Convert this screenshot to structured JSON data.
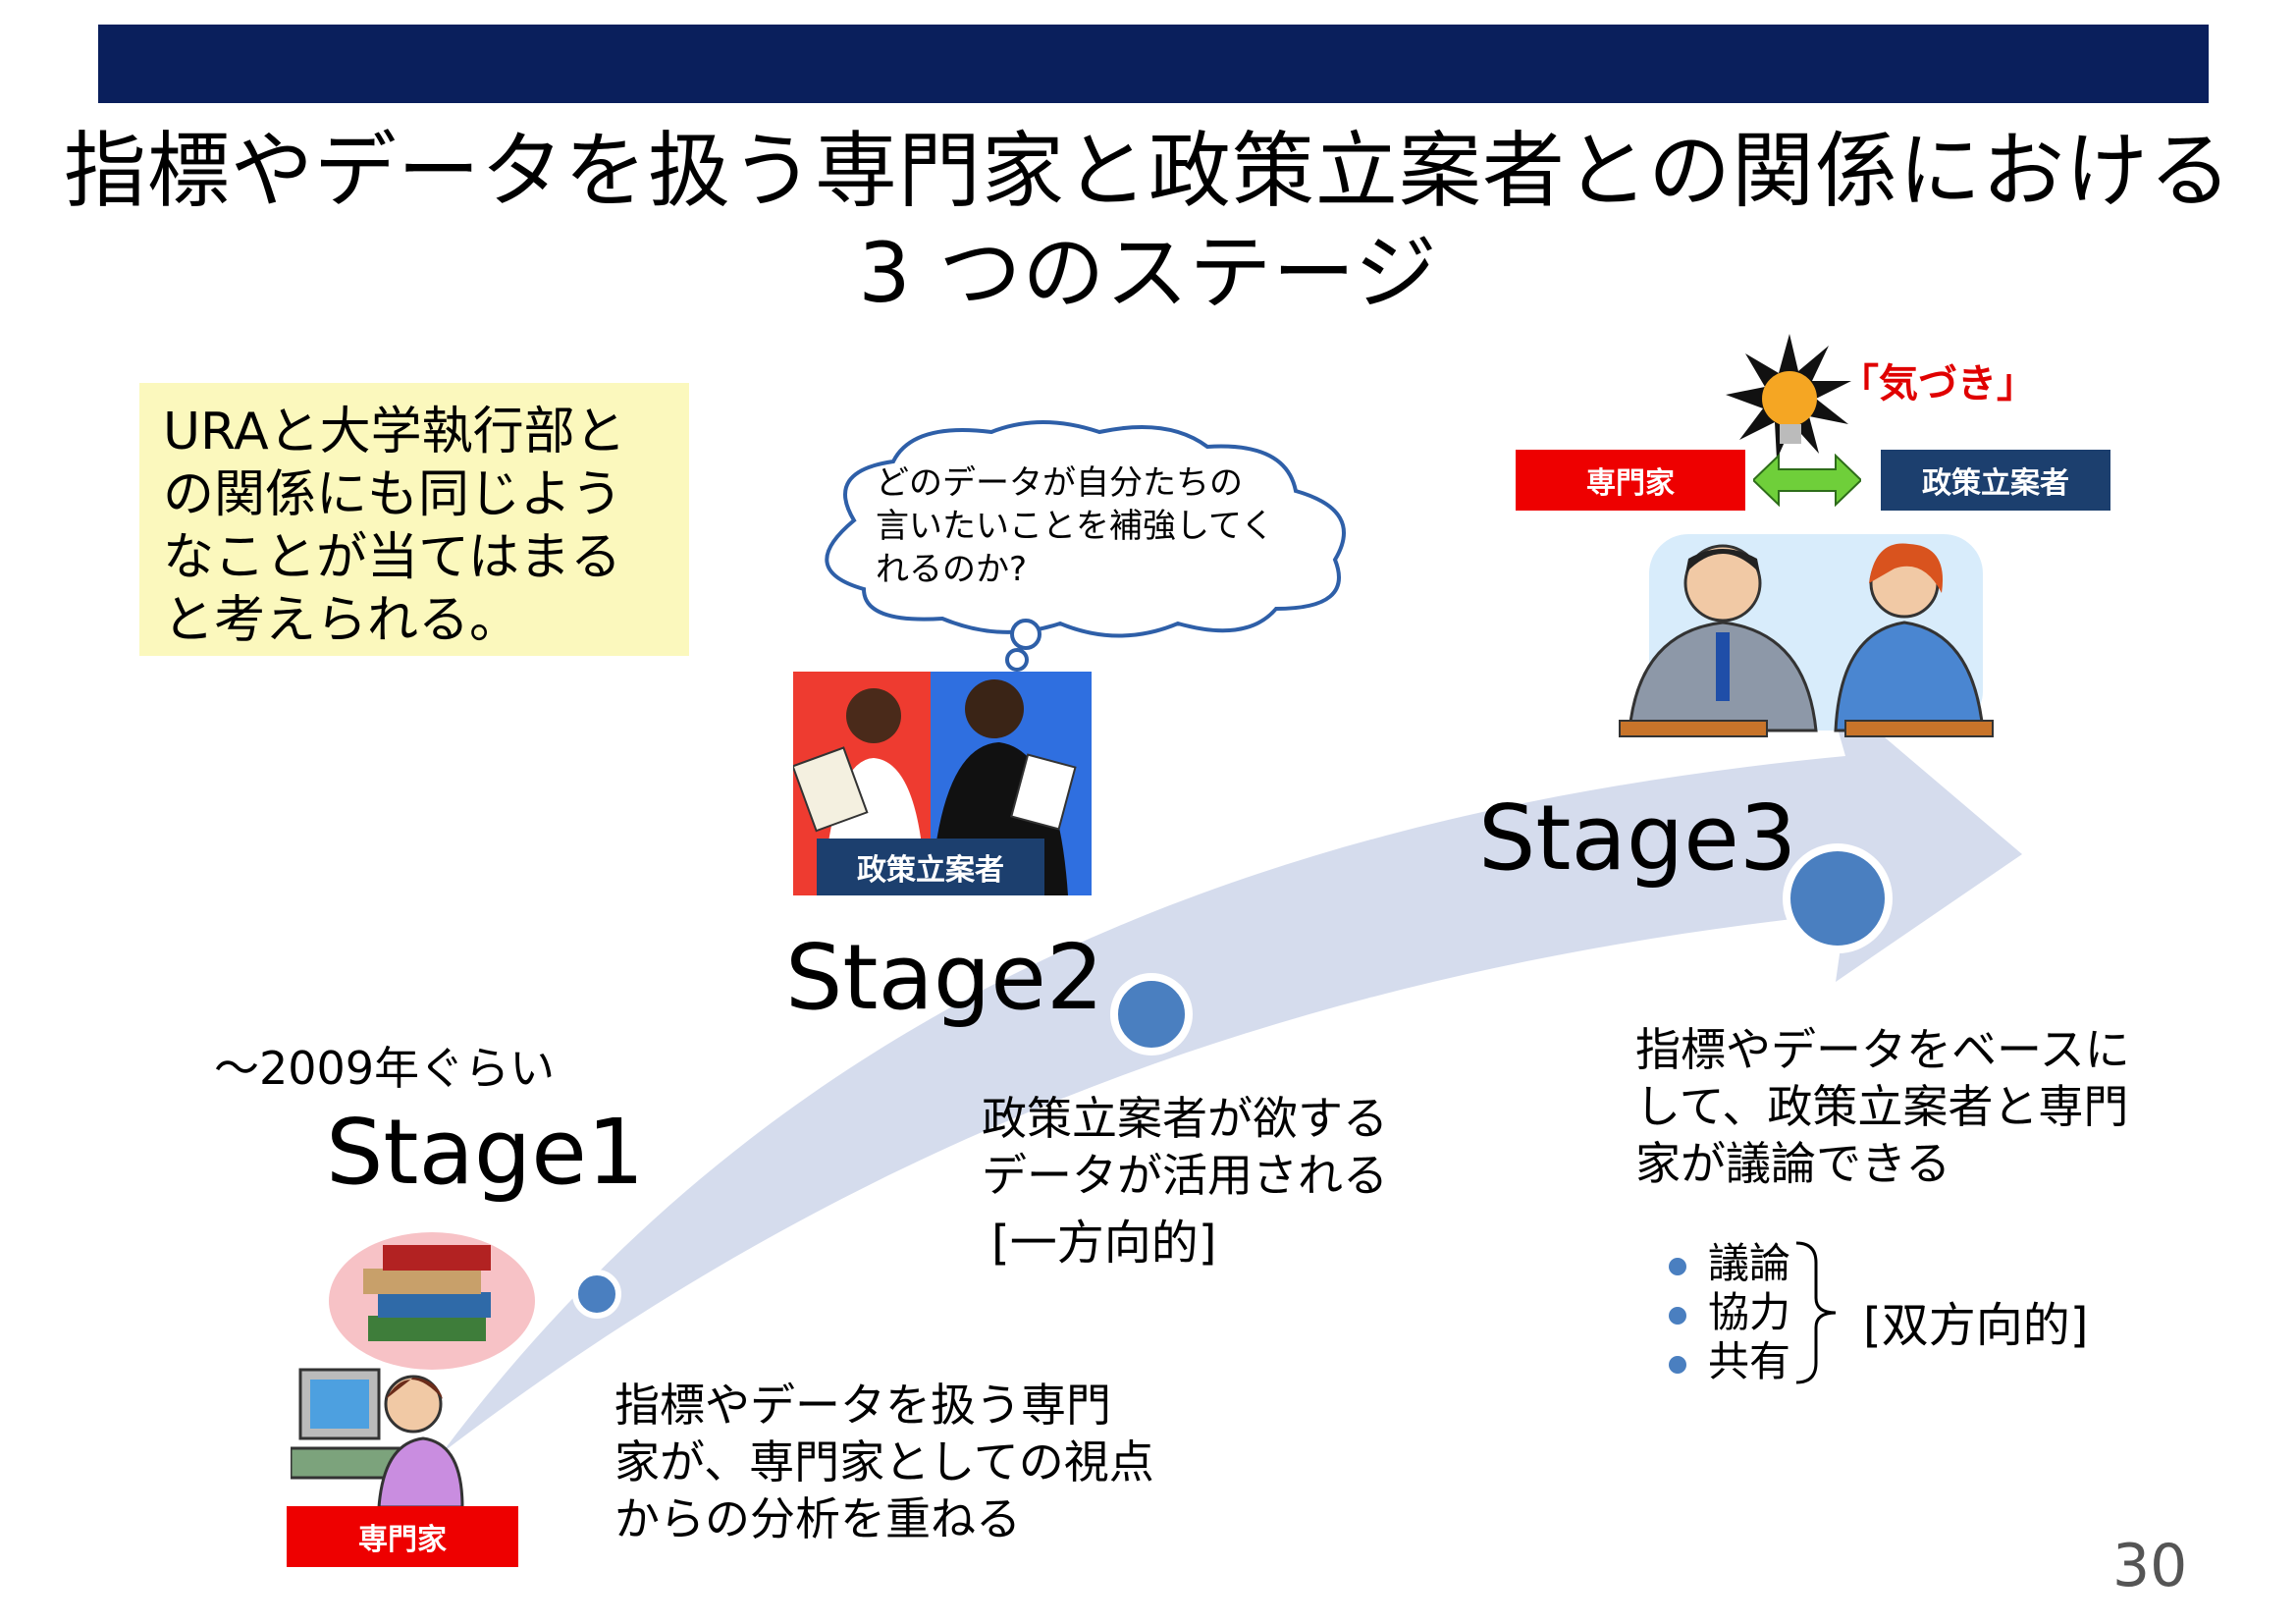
{
  "header": {
    "title_line1": "指標やデータを扱う専門家と政策立案者との関係における",
    "title_line2": "3 つのステージ"
  },
  "note": {
    "text": "URAと大学執行部との関係にも同じようなことが当てはまると考えられる。"
  },
  "stage1": {
    "era": "～2009年ぐらい",
    "label": "Stage1",
    "role": "専門家",
    "desc": "指標やデータを扱う専門\n家が、専門家としての視点\nからの分析を重ねる"
  },
  "stage2": {
    "label": "Stage2",
    "thought": "どのデータが自分たちの\n言いたいことを補強してく\nれるのか?",
    "role": "政策立案者",
    "desc": "政策立案者が欲する\nデータが活用される",
    "mode": "[一方向的]"
  },
  "stage3": {
    "label": "Stage3",
    "insight": "「気づき」",
    "role_left": "専門家",
    "role_right": "政策立案者",
    "desc": "指標やデータをベースに\nして、政策立案者と専門\n家が議論できる",
    "items": [
      "議論",
      "協力",
      "共有"
    ],
    "mode": "[双方向的]"
  },
  "page_number": "30",
  "colors": {
    "header_bar": "#0a1f5c",
    "note_bg": "#fbf8bd",
    "tag_red": "#ee0000",
    "tag_navy": "#1c3f6e",
    "arrow": "#d5dced",
    "dot": "#4a7fc0"
  }
}
